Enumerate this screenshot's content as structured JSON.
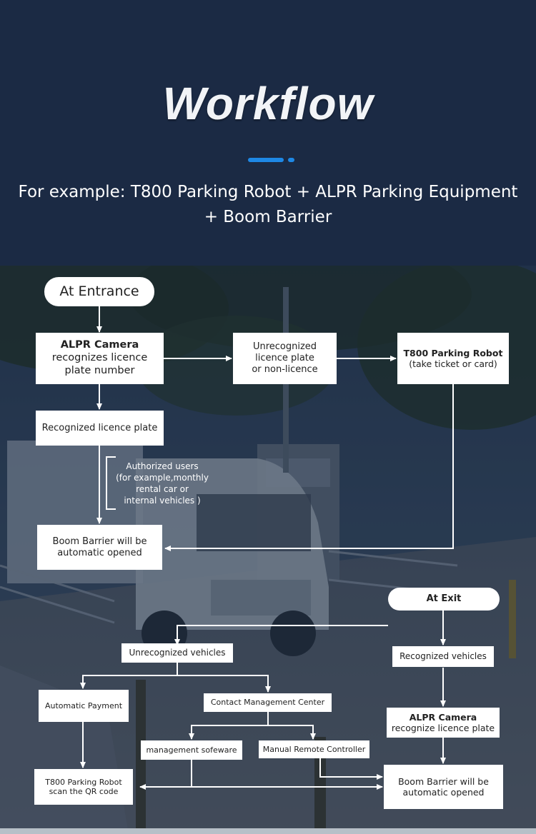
{
  "header": {
    "title": "Workflow",
    "subtitle_line1": "For example: T800 Parking Robot + ALPR Parking Equipment",
    "subtitle_line2": "+ Boom Barrier"
  },
  "flow": {
    "at_entrance": "At Entrance",
    "alpr_camera_title": "ALPR Camera",
    "alpr_camera_line2": "recognizes licence",
    "alpr_camera_line3": "plate number",
    "unrecognized_line1": "Unrecognized",
    "unrecognized_line2": "licence plate",
    "unrecognized_line3": "or non-licence",
    "robot_title": "T800 Parking Robot",
    "robot_line2": "(take ticket or card)",
    "recognized_plate": "Recognized licence plate",
    "authorized_line1": "Authorized users",
    "authorized_line2": "(for example,monthly",
    "authorized_line3": "rental car or",
    "authorized_line4": "internal vehicles )",
    "barrier_entrance_line1": "Boom Barrier will be",
    "barrier_entrance_line2": "automatic opened",
    "at_exit": "At Exit",
    "unrecognized_vehicles": "Unrecognized vehicles",
    "recognized_vehicles": "Recognized vehicles",
    "automatic_payment": "Automatic Payment",
    "contact_center": "Contact Management Center",
    "exit_camera_title": "ALPR Camera",
    "exit_camera_line2": "recognize licence plate",
    "management_software": "management sofeware",
    "manual_remote": "Manual Remote Controller",
    "robot_scan_line1": "T800 Parking Robot",
    "robot_scan_line2": "scan the QR code",
    "barrier_exit_line1": "Boom Barrier will be",
    "barrier_exit_line2": "automatic opened"
  },
  "colors": {
    "header_bg": "#1b2a44",
    "accent": "#1e88e5",
    "box_bg": "#ffffff",
    "connector": "#ffffff"
  }
}
